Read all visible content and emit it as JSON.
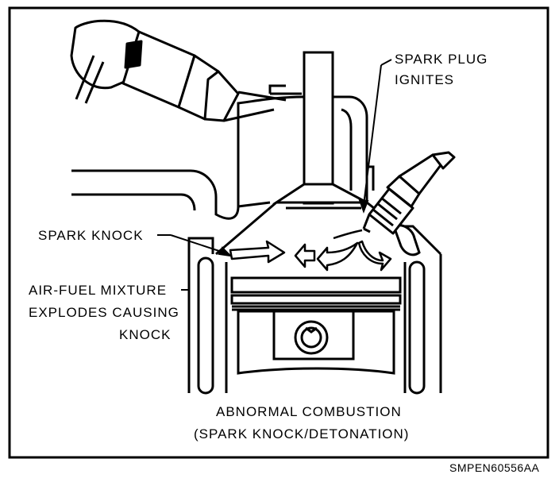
{
  "labels": {
    "spark_plug_line1": "SPARK PLUG",
    "spark_plug_line2": "IGNITES",
    "spark_knock": "SPARK KNOCK",
    "mixture_line1": "AIR-FUEL MIXTURE",
    "mixture_line2": "EXPLODES CAUSING",
    "mixture_line3": "KNOCK",
    "caption_line1": "ABNORMAL COMBUSTION",
    "caption_line2": "(SPARK KNOCK/DETONATION)",
    "figure_id": "SMPEN60556AA"
  }
}
